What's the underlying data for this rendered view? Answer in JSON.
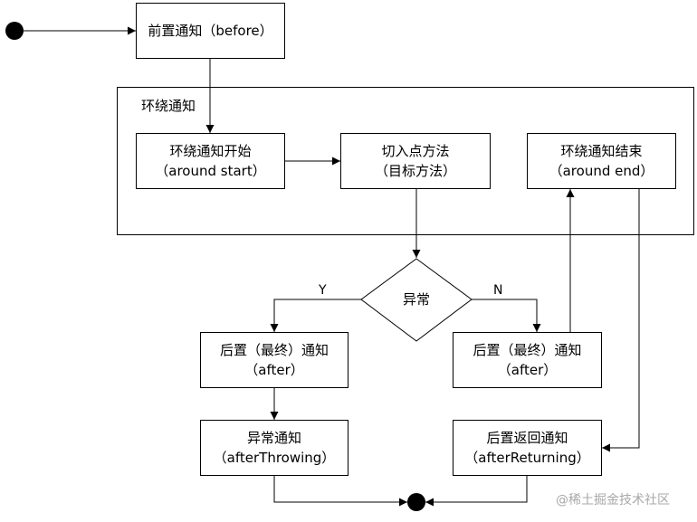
{
  "diagram": {
    "group": {
      "title": "环绕通知"
    },
    "nodes": {
      "before": {
        "line1": "前置通知（before）"
      },
      "around_start": {
        "line1": "环绕通知开始",
        "line2": "（around start）"
      },
      "target": {
        "line1": "切入点方法",
        "line2": "（目标方法）"
      },
      "around_end": {
        "line1": "环绕通知结束",
        "line2": "（around end）"
      },
      "decision": {
        "label": "异常"
      },
      "after_left": {
        "line1": "后置（最终）通知",
        "line2": "（after）"
      },
      "after_right": {
        "line1": "后置（最终）通知",
        "line2": "（after）"
      },
      "after_throwing": {
        "line1": "异常通知",
        "line2": "（afterThrowing）"
      },
      "after_returning": {
        "line1": "后置返回通知",
        "line2": "（afterReturning）"
      }
    },
    "edge_labels": {
      "yes": "Y",
      "no": "N"
    }
  },
  "watermark": {
    "text": "@稀土掘金技术社区"
  }
}
